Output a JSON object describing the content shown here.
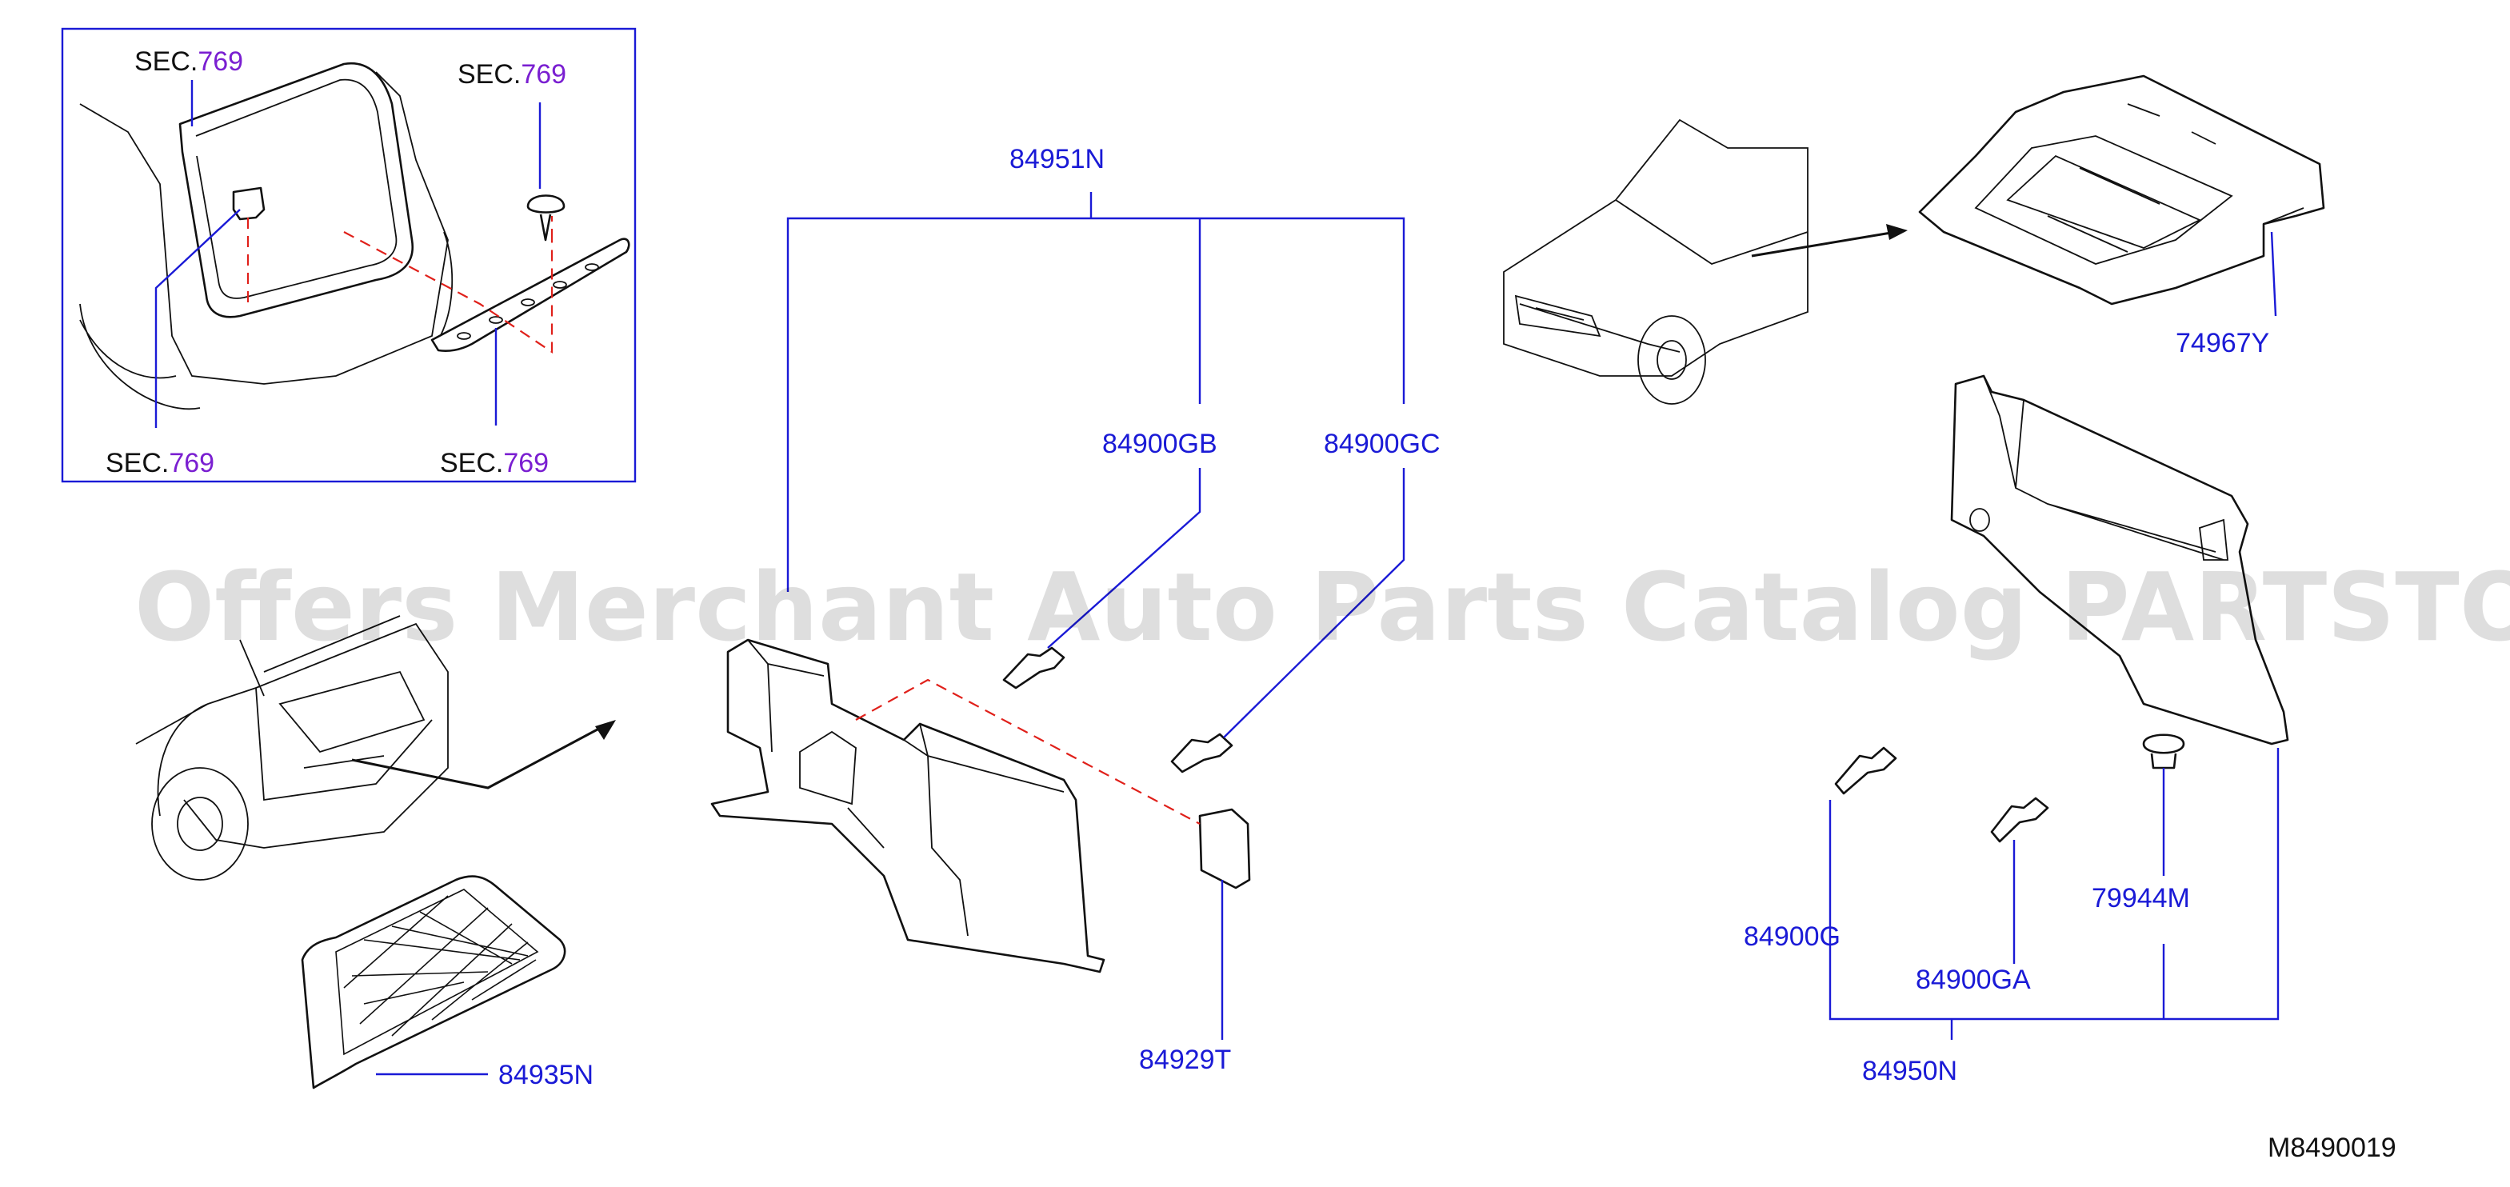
{
  "diagram_id": "M8490019",
  "watermark": "Offers Merchant Auto Parts Catalog PARTSTORE.SA",
  "inset": {
    "callouts": [
      {
        "prefix": "SEC.",
        "number": "769"
      },
      {
        "prefix": "SEC.",
        "number": "769"
      },
      {
        "prefix": "SEC.",
        "number": "769"
      },
      {
        "prefix": "SEC.",
        "number": "769"
      }
    ]
  },
  "parts": {
    "p84951N": "84951N",
    "p84900GB": "84900GB",
    "p84900GC": "84900GC",
    "p84929T": "84929T",
    "p84935N": "84935N",
    "p74967Y": "74967Y",
    "p84900G": "84900G",
    "p84900GA": "84900GA",
    "p79944M": "79944M",
    "p84950N": "84950N"
  },
  "colors": {
    "label": "#1a1ad6",
    "section": "#7a1fd1",
    "inset_border": "#1a1ad6",
    "phantom_line": "#e0201a"
  }
}
